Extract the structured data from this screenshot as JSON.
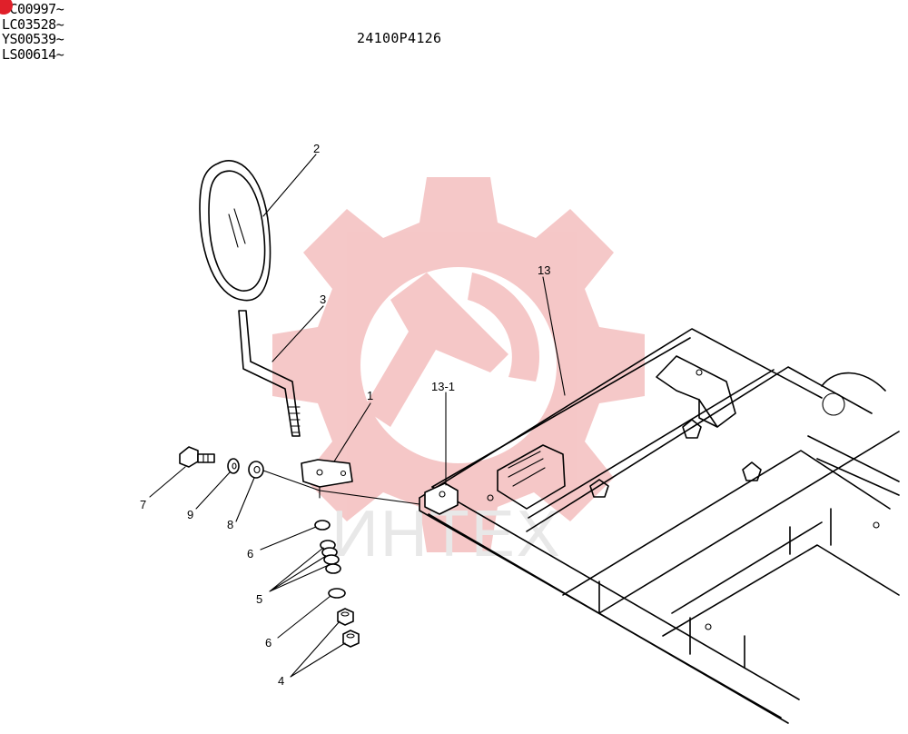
{
  "header": {
    "serial_numbers": [
      "YC00997~",
      "LC03528~",
      "YS00539~",
      "LS00614~"
    ],
    "drawing_code": "24100P4126"
  },
  "watermark": {
    "text": "ИНТЕХ",
    "gear_color": "#f2b5b5",
    "text_color": "#e8e8e8"
  },
  "corner_badge_color": "#e0202a",
  "callouts": {
    "c1": "1",
    "c2": "2",
    "c3": "3",
    "c4": "4",
    "c5": "5",
    "c6a": "6",
    "c6b": "6",
    "c7": "7",
    "c8": "8",
    "c9": "9",
    "c13": "13",
    "c13_1": "13-1"
  }
}
